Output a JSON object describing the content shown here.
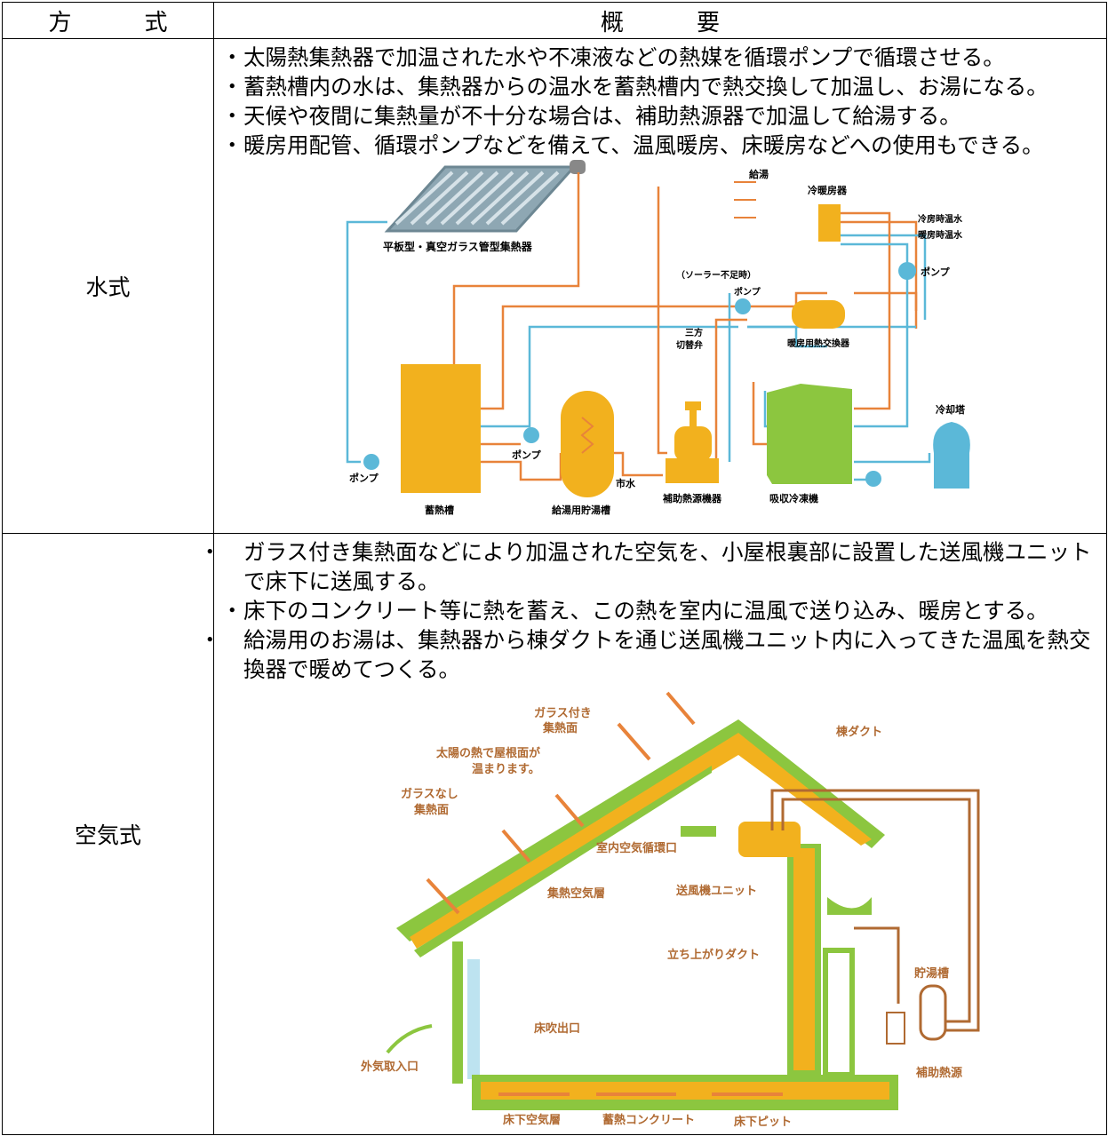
{
  "header": {
    "method": "方　式",
    "overview": "概　要"
  },
  "rows": [
    {
      "method": "水式",
      "bullets": [
        "太陽熱集熱器で加温された水や不凍液などの熱媒を循環ポンプで循環させる。",
        "蓄熱槽内の水は、集熱器からの温水を蓄熱槽内で熱交換して加温し、お湯になる。",
        "天候や夜間に集熱量が不十分な場合は、補助熱源器で加温して給湯する。",
        "暖房用配管、循環ポンプなどを備えて、温風暖房、床暖房などへの使用もできる。"
      ],
      "diagram_labels": {
        "collector": "平板型・真空ガラス管型集熱器",
        "hot_water": "給湯",
        "ac_unit": "冷暖房器",
        "cool_water": "冷房時温水",
        "heat_water": "暖房時温水",
        "pump": "ポンプ",
        "solar_short": "（ソーラー不足時）",
        "three_way": "三方",
        "switch_valve": "切替弁",
        "heat_exchanger": "暖房用熱交換器",
        "cooling_tower": "冷却塔",
        "storage_tank": "蓄熱槽",
        "supply_tank": "給湯用貯湯槽",
        "city_water": "市水",
        "aux_heater": "補助熱源機器",
        "absorption": "吸収冷凍機"
      }
    },
    {
      "method": "空気式",
      "bullets": [
        "ガラス付き集熱面などにより加温された空気を、小屋根裏部に設置した送風機ユニットで床下に送風する。",
        "床下のコンクリート等に熱を蓄え、この熱を室内に温風で送り込み、暖房とする。",
        "給湯用のお湯は、集熱器から棟ダクトを通じ送風機ユニット内に入ってきた温風を熱交換器で暖めてつくる。"
      ],
      "diagram_labels": {
        "glass_surface_1": "ガラス付き",
        "glass_surface_2": "集熱面",
        "ridge_duct": "棟ダクト",
        "roof_warm_1": "太陽の熱で屋根面が",
        "roof_warm_2": "温まります。",
        "no_glass_1": "ガラスなし",
        "no_glass_2": "集熱面",
        "indoor_return": "室内空気循環口",
        "fan_unit": "送風機ユニット",
        "air_layer": "集熱空気層",
        "riser_duct": "立ち上がりダクト",
        "storage": "貯湯槽",
        "outdoor_intake": "外気取入口",
        "floor_outlet": "床吹出口",
        "underfloor_air": "床下空気層",
        "concrete": "蓄熱コンクリート",
        "floor_pit": "床下ピット",
        "aux_source": "補助熱源"
      }
    }
  ],
  "colors": {
    "orange": "#e8833a",
    "blue": "#5bb8d8",
    "yellow": "#f2b11e",
    "green": "#8cc63f",
    "brown": "#b06a32"
  }
}
